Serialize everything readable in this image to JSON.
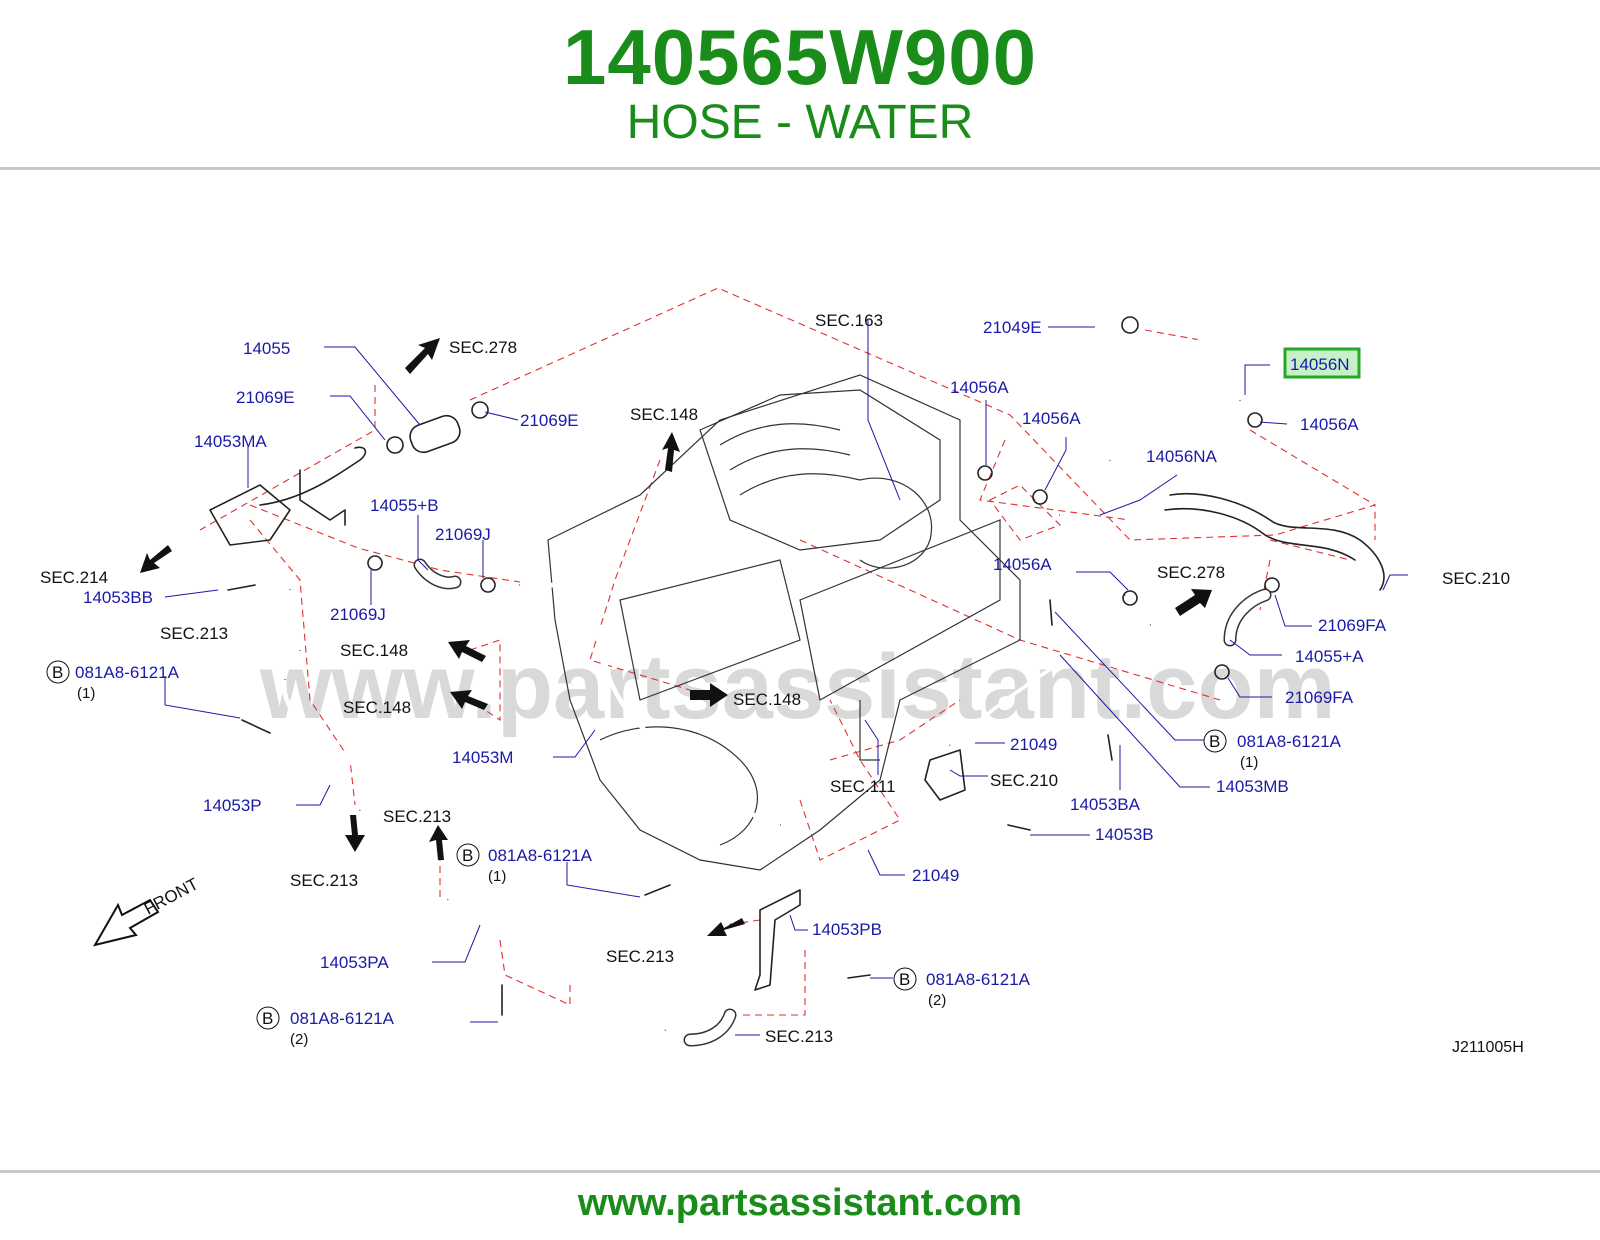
{
  "header": {
    "part_number": "140565W900",
    "part_name": "HOSE - WATER"
  },
  "footer": {
    "website": "www.partsassistant.com"
  },
  "watermark": "www.partsassistant.com",
  "diagram_code": "J211005H",
  "front_label": "FRONT",
  "highlight_color": "#22aa22",
  "callouts": {
    "c14055": "14055",
    "c21069E_a": "21069E",
    "c21069E_b": "21069E",
    "c14053MA": "14053MA",
    "c14055B": "14055+B",
    "c21069J_a": "21069J",
    "c21069J_b": "21069J",
    "c14053BB": "14053BB",
    "c081_1": "081A8-6121A",
    "c081_1q": "(1)",
    "c14053P": "14053P",
    "c14053M": "14053M",
    "c081_2": "081A8-6121A",
    "c081_2q": "(1)",
    "c14053PA": "14053PA",
    "c081_3": "081A8-6121A",
    "c081_3q": "(2)",
    "c21049E": "21049E",
    "c14056N": "14056N",
    "c14056A_a": "14056A",
    "c14056A_b": "14056A",
    "c14056A_c": "14056A",
    "c14056A_d": "14056A",
    "c14056NA": "14056NA",
    "c21069FA_a": "21069FA",
    "c21069FA_b": "21069FA",
    "c14055A": "14055+A",
    "c081_4": "081A8-6121A",
    "c081_4q": "(1)",
    "c14053MB": "14053MB",
    "c21049_a": "21049",
    "c14053BA": "14053BA",
    "c14053B": "14053B",
    "c21049_b": "21049",
    "c14053PB": "14053PB",
    "c081_5": "081A8-6121A",
    "c081_5q": "(2)",
    "bolt_mark": "B"
  },
  "sections": {
    "s278a": "SEC.278",
    "s148a": "SEC.148",
    "s163": "SEC.163",
    "s214": "SEC.214",
    "s213a": "SEC.213",
    "s148b": "SEC.148",
    "s148c": "SEC.148",
    "s148d": "SEC.148",
    "s111": "SEC.111",
    "s210a": "SEC.210",
    "s210b": "SEC.210",
    "s278b": "SEC.278",
    "s213b": "SEC.213",
    "s213c": "SEC.213",
    "s213d": "SEC.213",
    "s213e": "SEC.213"
  }
}
